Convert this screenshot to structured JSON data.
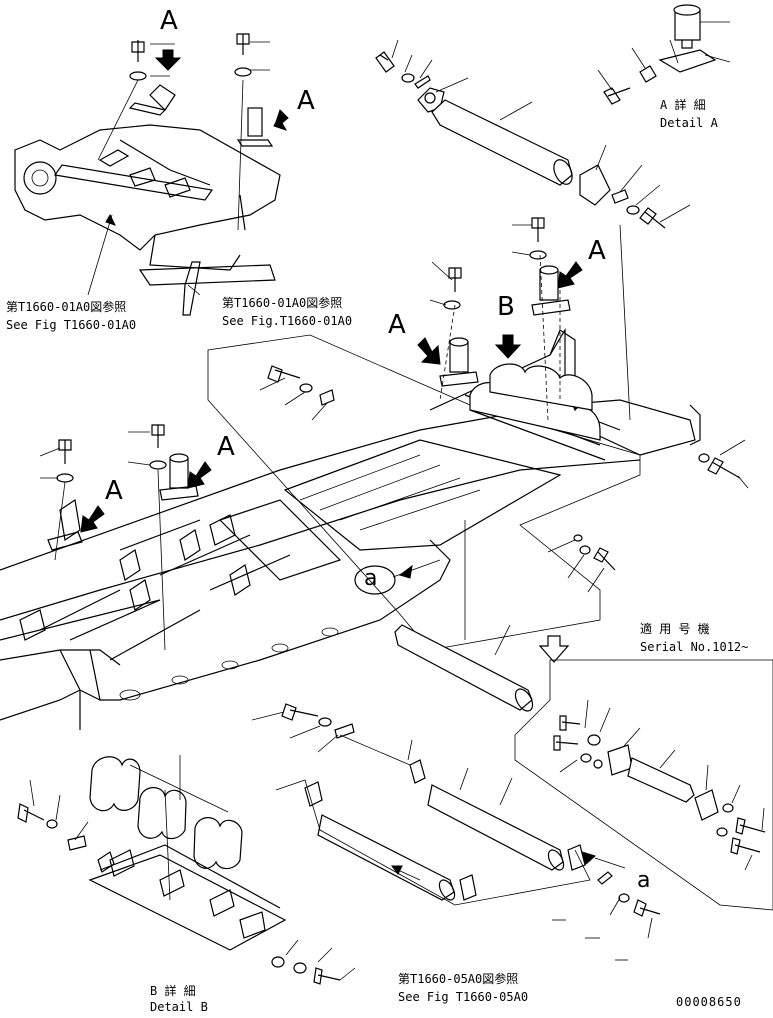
{
  "references": {
    "top_left": {
      "line1": "第T1660-01A0図参照",
      "line2": "See Fig T1660-01A0"
    },
    "top_center": {
      "line1": "第T1660-01A0図参照",
      "line2": "See Fig.T1660-01A0"
    },
    "bottom_center": {
      "line1": "第T1660-05A0図参照",
      "line2": "See Fig T1660-05A0"
    }
  },
  "details": {
    "detail_a": {
      "line1": "A 詳 細",
      "line2": "Detail A"
    },
    "detail_b": {
      "line1": "B 詳 細",
      "line2": "Detail B"
    }
  },
  "serial": {
    "line1": "適 用 号 機",
    "line2": "Serial No.1012~"
  },
  "markers": {
    "a": "A",
    "b": "B",
    "small_a": "a"
  },
  "drawing_number": "00008650",
  "icons": [
    "arrow-marker-icon",
    "bolt-icon",
    "washer-icon",
    "roller-icon",
    "bracket-icon"
  ]
}
